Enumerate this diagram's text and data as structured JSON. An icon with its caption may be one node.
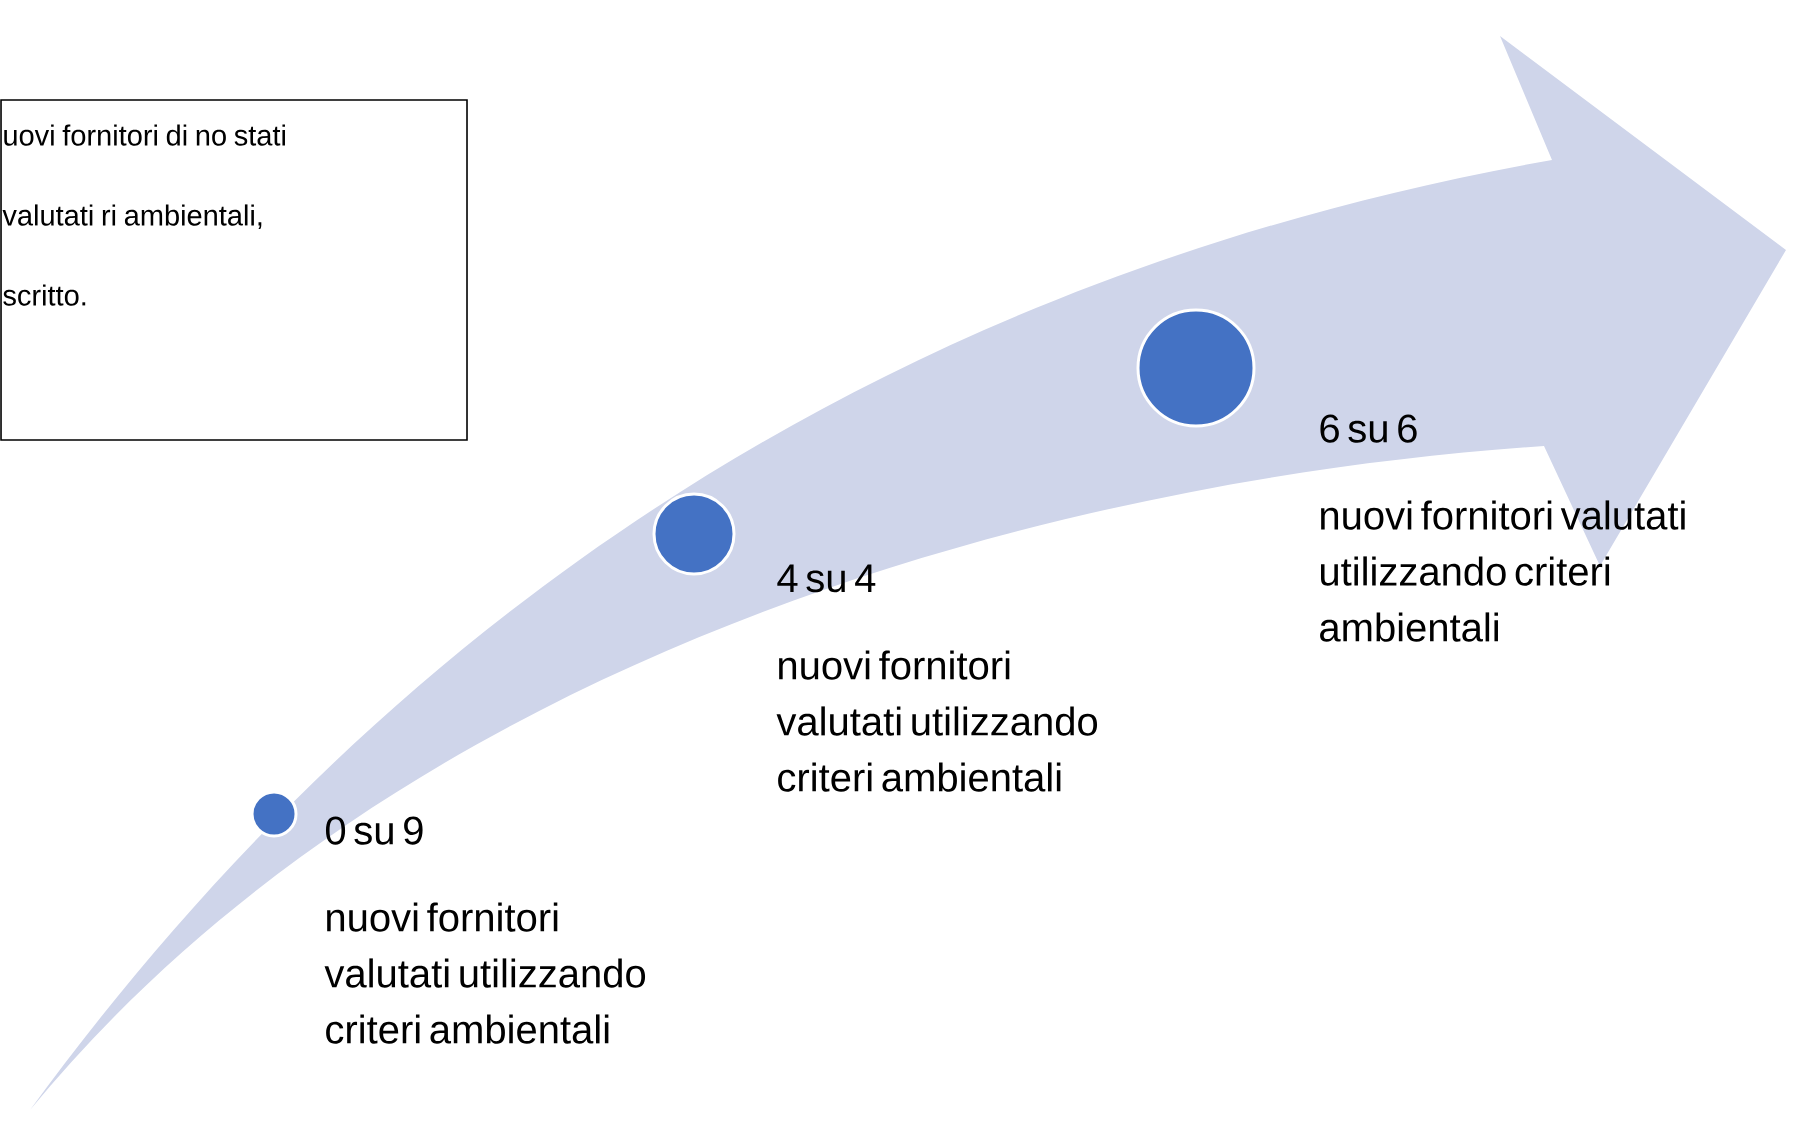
{
  "diagram": {
    "nodes": [
      {
        "text": [
          "uovi fornitori di no stati valutati ri ambientali, scritto."
        ]
      },
      {
        "text": [],
        "shape": "circle",
        "beside": [
          "0 su 9",
          "nuovi fornitori valutati utilizzando criteri ambientali"
        ]
      },
      {
        "text": [],
        "shape": "circle",
        "beside": [
          "4 su 4",
          "nuovi fornitori valutati utilizzando criteri ambientali"
        ]
      },
      {
        "text": [],
        "shape": "circle",
        "beside": [
          "6 su 6",
          "nuovi fornitori valutati utilizzando criteri ambientali"
        ]
      }
    ]
  }
}
